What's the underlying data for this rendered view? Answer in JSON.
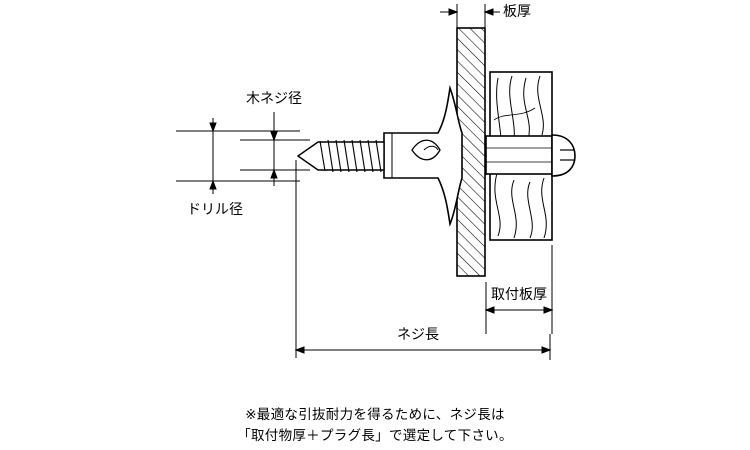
{
  "labels": {
    "board_thickness": "板厚",
    "wood_screw_diameter": "木ネジ径",
    "drill_diameter": "ドリル径",
    "mounting_board_thickness": "取付板厚",
    "screw_length": "ネジ長"
  },
  "note": {
    "line1": "※最適な引抜耐力を得るために、ネジ長は",
    "line2": "「取付物厚＋プラグ長」で選定して下さい。"
  }
}
